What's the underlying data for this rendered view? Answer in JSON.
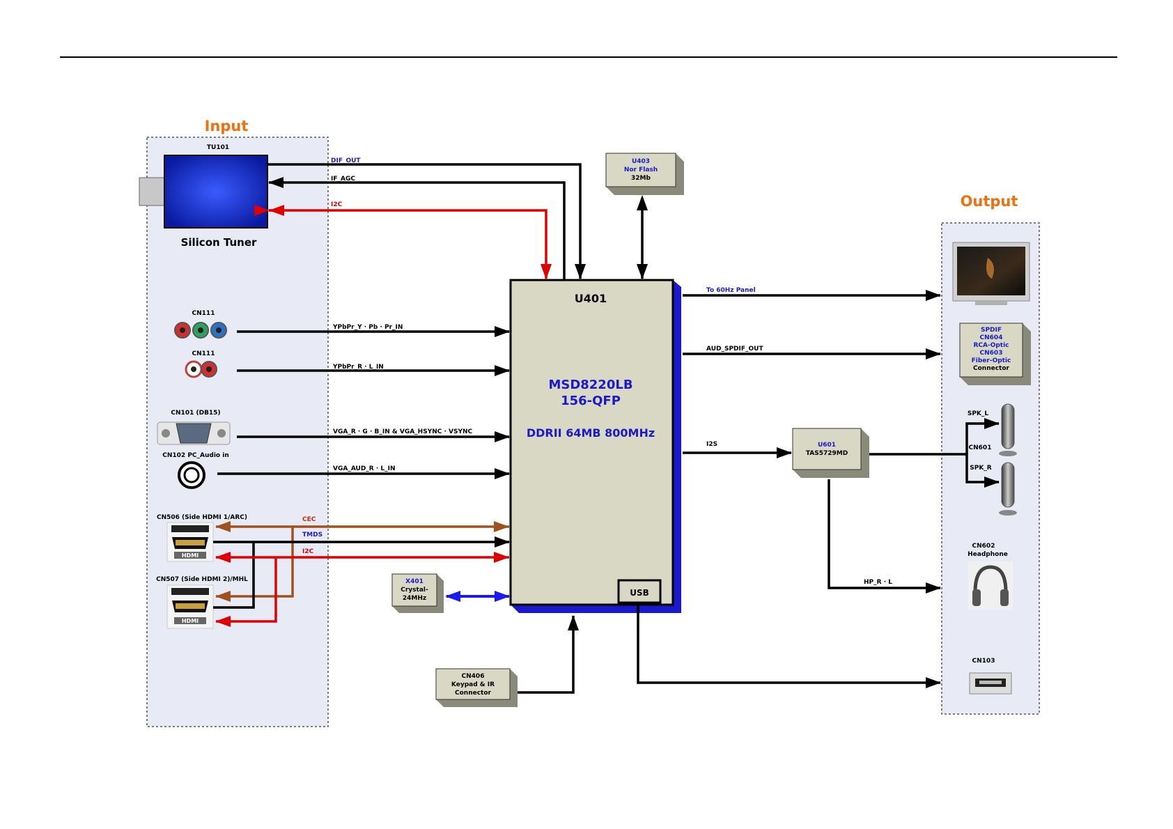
{
  "headings": {
    "input": "Input",
    "output": "Output"
  },
  "main_chip": {
    "ref": "U401",
    "part": "MSD8220LB",
    "package": "156-QFP",
    "memory": "DDRII 64MB  800MHz",
    "usb": "USB"
  },
  "tuner": {
    "ref": "TU101",
    "label": "Silicon Tuner"
  },
  "flash": {
    "ref": "U403",
    "line1": "Nor Flash",
    "line2": "32Mb"
  },
  "crystal": {
    "ref": "X401",
    "line1": "Crystal-",
    "line2": "24MHz"
  },
  "keypad": {
    "ref": "CN406",
    "line1": "Keypad & IR",
    "line2": "Connector"
  },
  "amp": {
    "ref": "U601",
    "part": "TAS5729MD"
  },
  "spdif_box": {
    "l1": "SPDIF",
    "l2": "CN604",
    "l3": "RCA-Optic",
    "l4": "CN603",
    "l5": "Fiber-Optic",
    "l6": "Connector"
  },
  "connectors": {
    "cn111_a": "CN111",
    "cn111_b": "CN111",
    "cn101": "CN101 (DB15)",
    "cn102": "CN102  PC_Audio in",
    "cn506": "CN506 (Side HDMI 1/ARC)",
    "cn507": "CN507 (Side HDMI 2)/MHL",
    "hdmi_logo": "HDMI",
    "spk_l": "SPK_L",
    "spk_r": "SPK_R",
    "cn601": "CN601",
    "cn602": "CN602",
    "headphone": "Headphone",
    "cn103": "CN103"
  },
  "signals": {
    "dif_out": "DIF_OUT",
    "if_agc": "IF_AGC",
    "i2c_tuner": "I2C",
    "ypbpr": "YPbPr_Y · Pb · Pr_IN",
    "ypbpr_audio": "YPbPr_R · L_IN",
    "vga": "VGA_R · G · B_IN  &  VGA_HSYNC · VSYNC",
    "vga_audio": "VGA_AUD_R · L_IN",
    "cec": "CEC",
    "tmds": "TMDS",
    "i2c_hdmi": "I2C",
    "panel": "To 60Hz Panel",
    "spdif_out": "AUD_SPDIF_OUT",
    "i2s": "I2S",
    "hp": "HP_R · L"
  },
  "colors": {
    "heading": "#f07010",
    "chip_fill": "#d8d8c4",
    "blue_text": "#1a1acc",
    "red": "#e00000",
    "brown": "#a0521e"
  }
}
